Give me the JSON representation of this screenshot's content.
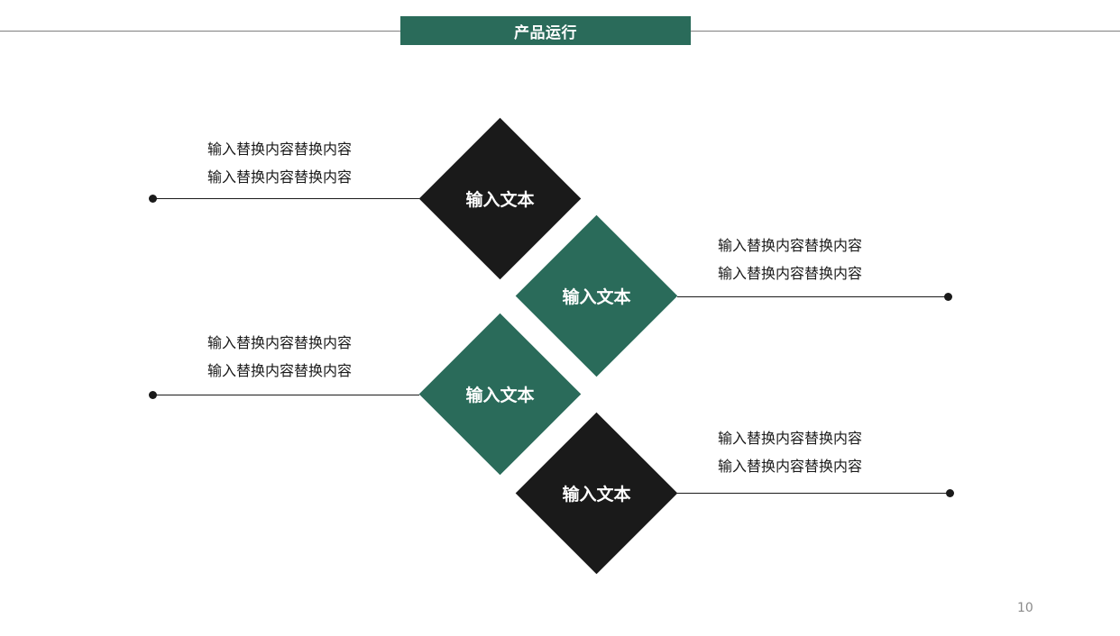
{
  "header": {
    "title": "产品运行",
    "bar_color": "#2a6b5a",
    "rule_color": "#7f7f7f"
  },
  "diagram": {
    "items": [
      {
        "label": "输入文本",
        "color": "#1a1a1a",
        "side": "left",
        "lines": [
          "输入替换内容替换内容",
          "输入替换内容替换内容"
        ]
      },
      {
        "label": "输入文本",
        "color": "#2a6b5a",
        "side": "right",
        "lines": [
          "输入替换内容替换内容",
          "输入替换内容替换内容"
        ]
      },
      {
        "label": "输入文本",
        "color": "#2a6b5a",
        "side": "left",
        "lines": [
          "输入替换内容替换内容",
          "输入替换内容替换内容"
        ]
      },
      {
        "label": "输入文本",
        "color": "#1a1a1a",
        "side": "right",
        "lines": [
          "输入替换内容替换内容",
          "输入替换内容替换内容"
        ]
      }
    ]
  },
  "footer": {
    "page_number": "10"
  }
}
